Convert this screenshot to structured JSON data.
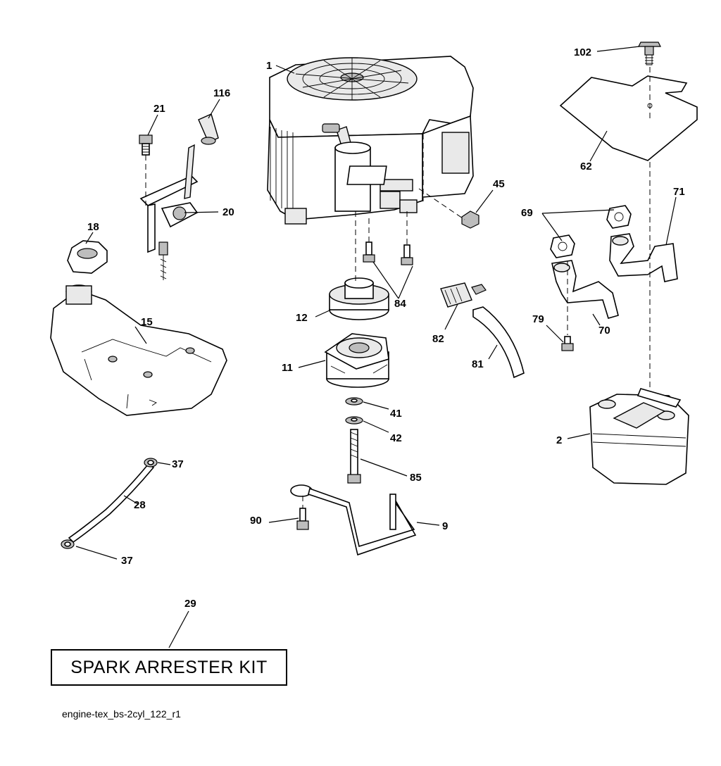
{
  "callouts": {
    "c1": "1",
    "c102": "102",
    "c116": "116",
    "c21": "21",
    "c62": "62",
    "c45": "45",
    "c20": "20",
    "c18": "18",
    "c69": "69",
    "c71": "71",
    "c84": "84",
    "c12": "12",
    "c82": "82",
    "c15": "15",
    "c79": "79",
    "c70": "70",
    "c11": "11",
    "c81": "81",
    "c41": "41",
    "c42": "42",
    "c2": "2",
    "c37a": "37",
    "c85": "85",
    "c28": "28",
    "c90": "90",
    "c9": "9",
    "c37b": "37",
    "c29": "29"
  },
  "kit_label": "SPARK ARRESTER KIT",
  "figure_code": "engine-tex_bs-2cyl_122_r1"
}
